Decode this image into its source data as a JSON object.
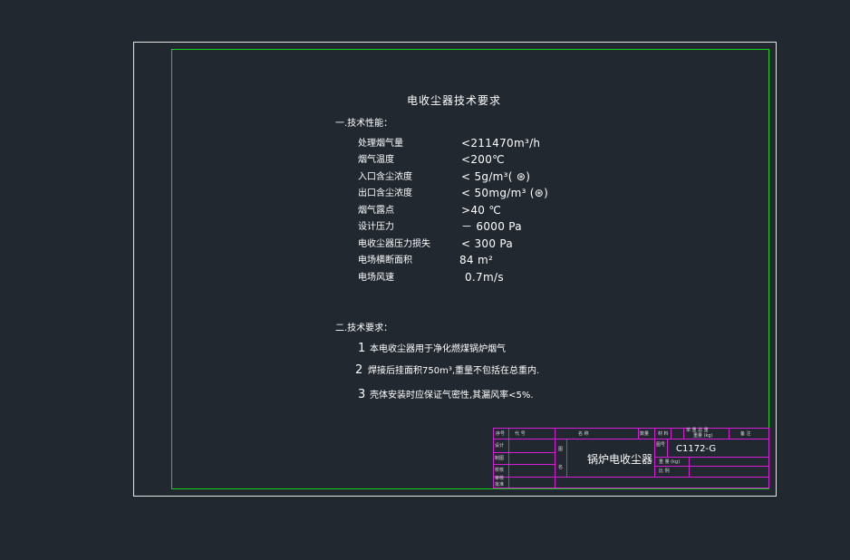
{
  "drawing": {
    "title": "电收尘器技术要求",
    "section1": "一.技术性能：",
    "specs": [
      {
        "label": "处理烟气量",
        "value": "<211470m³/h"
      },
      {
        "label": "烟气温度",
        "value": "<200℃"
      },
      {
        "label": "入口含尘浓度",
        "value": "< 5g/m³( ⊛)"
      },
      {
        "label": "出口含尘浓度",
        "value": "< 50mg/m³ (⊛)"
      },
      {
        "label": "烟气露点",
        "value": ">40 ℃"
      },
      {
        "label": "设计压力",
        "value": "－ 6000 Pa"
      },
      {
        "label": "电收尘器压力损失",
        "value": "< 300 Pa"
      },
      {
        "label": "电场横断面积",
        "value": "84 m²"
      },
      {
        "label": "电场风速",
        "value": "0.7m/s"
      }
    ],
    "section2": "二.技术要求：",
    "requirements": [
      {
        "num": "1",
        "text": "本电收尘器用于净化燃煤锅炉烟气"
      },
      {
        "num": "2",
        "text": "焊接后挂面积750m³,重量不包括在总重内."
      },
      {
        "num": "3",
        "text": "壳体安装时应保证气密性,其漏风率<5%."
      }
    ]
  },
  "title_block": {
    "h_seq": "序号",
    "h_code": "代    号",
    "h_name": "名            称",
    "h_qty": "数量",
    "h_material": "材  料",
    "h_weight_top": "单 重  总 重",
    "h_weight_bottom": "重量 (kg)",
    "h_note": "备  注",
    "r_design": "设计",
    "r_draw": "制图",
    "r_check": "校核",
    "r_audit": "审核",
    "r_approve": "批准",
    "lv_a": "图",
    "lv_b": "名",
    "part_name": "锅炉电收尘器",
    "code_label": "图号",
    "code": "C1172-G",
    "total_label": "重 量  (kg)",
    "ratio_label": "比 例"
  }
}
